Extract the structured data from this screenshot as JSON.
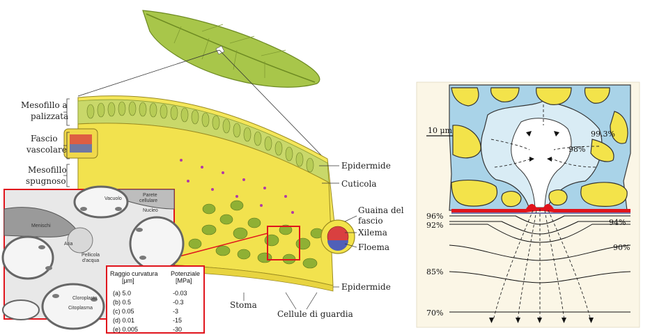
{
  "leaf_diagram": {
    "labels_left": {
      "mesofillo_palizzata_1": "Mesofillo a",
      "mesofillo_palizzata_2": "palizzata",
      "fascio_vascolare_1": "Fascio",
      "fascio_vascolare_2": "vascolare",
      "mesofillo_spugnoso_1": "Mesofillo",
      "mesofillo_spugnoso_2": "spugnoso"
    },
    "labels_right": {
      "epidermide_top": "Epidermide",
      "cuticola": "Cuticola",
      "guaina_1": "Guaina del",
      "guaina_2": "fascio",
      "xilema": "Xilema",
      "floema": "Floema",
      "epidermide_bottom": "Epidermide"
    },
    "labels_bottom": {
      "stoma": "Stoma",
      "cellule_guardia": "Cellule di guardia"
    }
  },
  "inset": {
    "labels": {
      "vacuolo": "Vacuolo",
      "parete_1": "Parete",
      "parete_2": "cellulare",
      "nucleo": "Nucleo",
      "menischi": "Menischi",
      "aria": "Aria",
      "pellicola_1": "Pellicola",
      "pellicola_2": "d'acqua",
      "cloroplasto": "Cloroplasto",
      "citoplasma": "Citoplasma"
    }
  },
  "table": {
    "header_col1_1": "Raggio curvatura",
    "header_col1_2": "[μm]",
    "header_col2_1": "Potenziale",
    "header_col2_2": "[MPa]",
    "rows": [
      {
        "radius": "(a) 5.0",
        "potential": "-0.03"
      },
      {
        "radius": "(b) 0.5",
        "potential": "-0.3"
      },
      {
        "radius": "(c) 0.05",
        "potential": "-3"
      },
      {
        "radius": "(d) 0.01",
        "potential": "-15"
      },
      {
        "radius": "(e) 0.005",
        "potential": "-30"
      }
    ]
  },
  "stomata_diagram": {
    "scale_label": "10 μm",
    "humidity": {
      "p99_3": "99.3%",
      "p98": "98%",
      "p96": "96%",
      "p94": "94%",
      "p92": "92%",
      "p90": "90%",
      "p85": "85%",
      "p70": "70%"
    }
  },
  "colors": {
    "leaf_green": "#9bbf3a",
    "cell_yellow": "#f3e34a",
    "water_blue": "#a9d3e8",
    "highlight_red": "#e0141c",
    "chloroplast_green": "#7ea52c"
  }
}
